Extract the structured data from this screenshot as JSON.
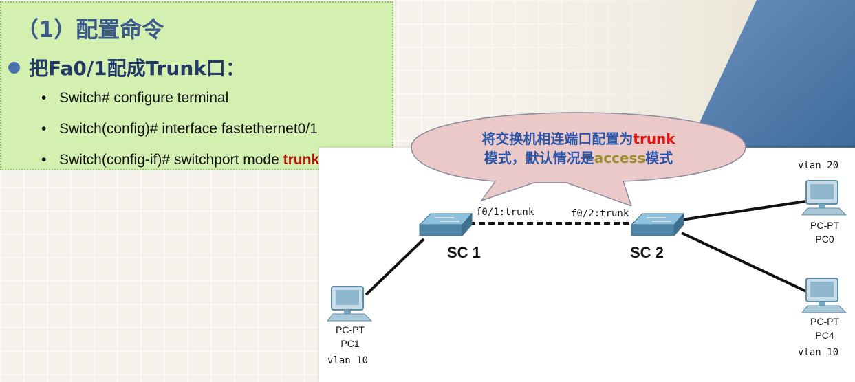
{
  "slide": {
    "section_title": "（1）配置命令",
    "main_bullet": "把Fa0/1配成Trunk口：",
    "commands": [
      {
        "text": "Switch# configure terminal"
      },
      {
        "text": "Switch(config)# interface fastethernet0/1"
      },
      {
        "text": "Switch(config-if)# switchport mode ",
        "keyword": "trunk"
      }
    ]
  },
  "callout": {
    "line1_prefix": "将交换机相连端口配置为",
    "line1_keyword": "trunk",
    "line2_prefix": "模式，默认情况是",
    "line2_keyword": "access",
    "line2_suffix": "模式"
  },
  "topology": {
    "switches": [
      {
        "id": "sc1",
        "label": "SC 1"
      },
      {
        "id": "sc2",
        "label": "SC 2"
      }
    ],
    "ports": [
      {
        "label": "f0/1:trunk"
      },
      {
        "label": "f0/2:trunk"
      }
    ],
    "pcs": [
      {
        "id": "pc1",
        "type": "PC-PT",
        "name": "PC1",
        "vlan": "vlan 10"
      },
      {
        "id": "pc0",
        "type": "PC-PT",
        "name": "PC0",
        "vlan": "vlan 20"
      },
      {
        "id": "pc4",
        "type": "PC-PT",
        "name": "PC4",
        "vlan": "vlan 10"
      }
    ],
    "colors": {
      "switch": "#5d93b5",
      "pc": "#7ba9c4",
      "link": "#111111"
    }
  }
}
